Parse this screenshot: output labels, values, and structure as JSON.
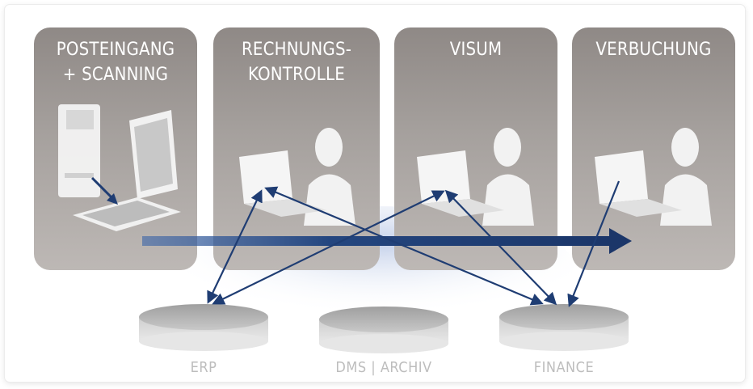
{
  "panels": [
    {
      "title": "POSTEINGANG\n+ SCANNING"
    },
    {
      "title": "RECHNUNGS-\nKONTROLLE"
    },
    {
      "title": "VISUM"
    },
    {
      "title": "VERBUCHUNG"
    }
  ],
  "databases": [
    {
      "label": "ERP"
    },
    {
      "label": "DMS | ARCHIV"
    },
    {
      "label": "FINANCE"
    }
  ],
  "colors": {
    "arrow": "#1f3d73",
    "panel": "#a39e9b",
    "label": "#bdbdbd"
  }
}
